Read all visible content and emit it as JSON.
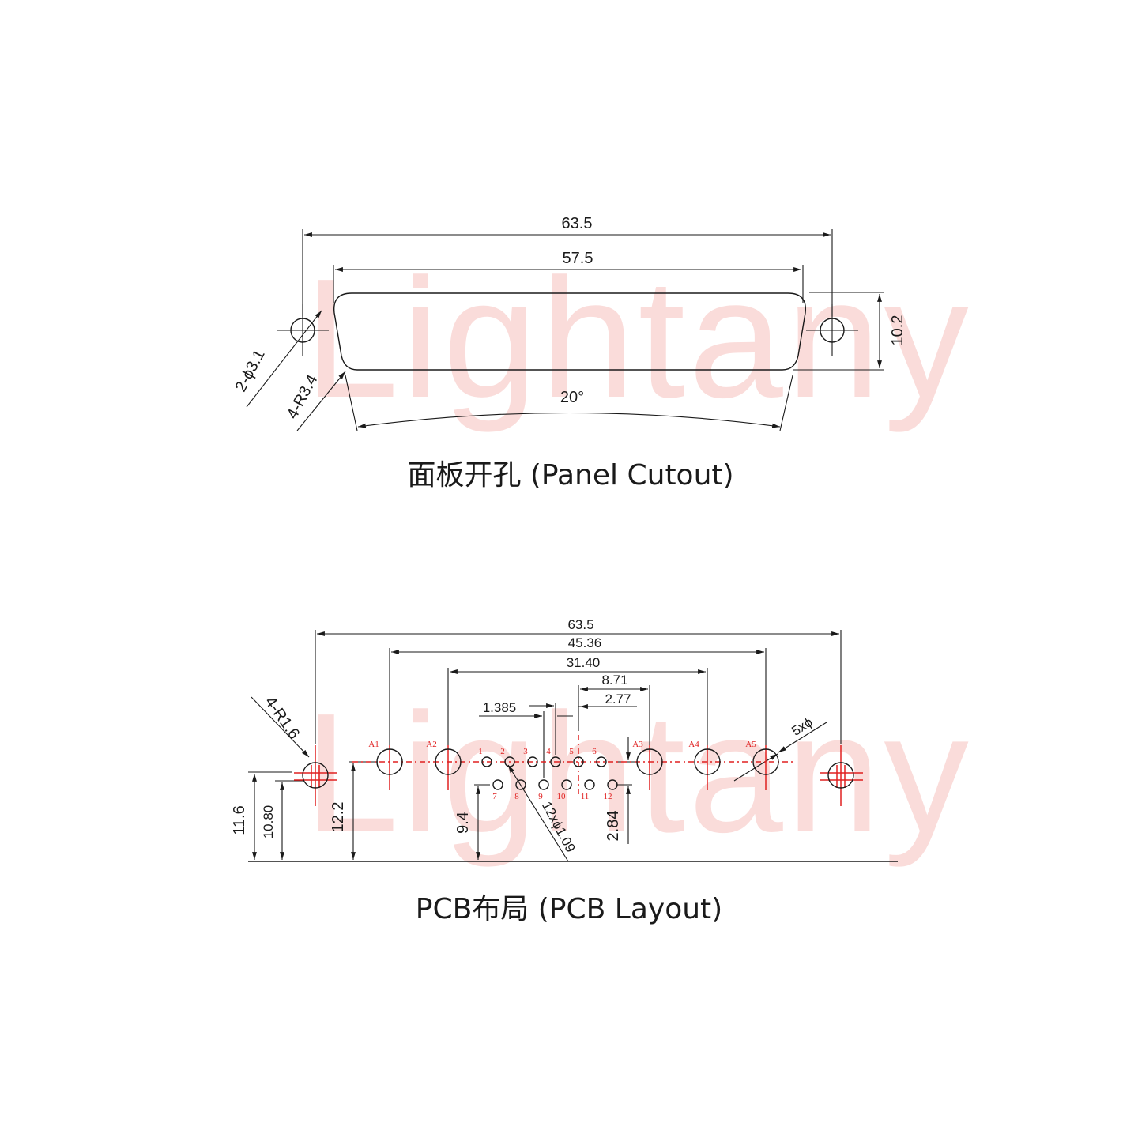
{
  "watermark": "Lightany",
  "panel": {
    "caption": "面板开孔 (Panel Cutout)",
    "dims": {
      "overall": "63.5",
      "inner": "57.5",
      "height": "10.2",
      "holes": "2-ϕ3.1",
      "corners": "4-R3.4",
      "angle": "20°"
    }
  },
  "pcb": {
    "caption": "PCB布局 (PCB Layout)",
    "dims": {
      "overall": "63.5",
      "span_a": "45.36",
      "span_b": "31.40",
      "span_c": "8.71",
      "span_d": "2.77",
      "pitch": "1.385",
      "corners": "4-R1.6",
      "big_holes": "5xϕ",
      "small_holes": "12xϕ1.09",
      "h1": "11.6",
      "h2": "10.80",
      "h3": "12.2",
      "h4": "9.4",
      "h5": "2.84"
    },
    "contact_labels": [
      "A1",
      "A2",
      "A3",
      "A4",
      "A5"
    ],
    "pin_labels": [
      "1",
      "2",
      "3",
      "4",
      "5",
      "6",
      "7",
      "8",
      "9",
      "10",
      "11",
      "12"
    ]
  },
  "colors": {
    "line": "#1a1a1a",
    "centerline": "#e02020",
    "watermark": "#f4a6a0"
  }
}
